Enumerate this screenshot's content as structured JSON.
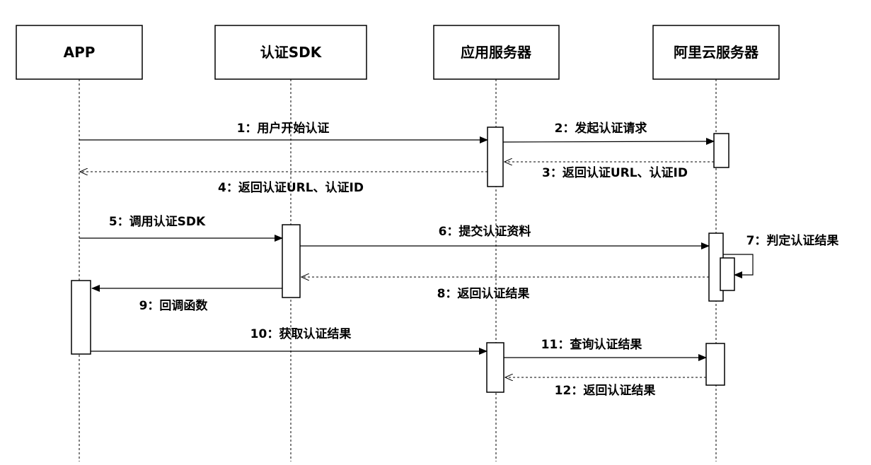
{
  "participants": [
    {
      "id": "app",
      "label": "APP"
    },
    {
      "id": "sdk",
      "label": "认证SDK"
    },
    {
      "id": "appserver",
      "label": "应用服务器"
    },
    {
      "id": "aliyun",
      "label": "阿里云服务器"
    }
  ],
  "messages": [
    {
      "id": "m1",
      "label": "1：用户开始认证",
      "from": "app",
      "to": "appserver",
      "style": "sync"
    },
    {
      "id": "m2",
      "label": "2：发起认证请求",
      "from": "appserver",
      "to": "aliyun",
      "style": "sync"
    },
    {
      "id": "m3",
      "label": "3：返回认证URL、认证ID",
      "from": "aliyun",
      "to": "appserver",
      "style": "return"
    },
    {
      "id": "m4",
      "label": "4：返回认证URL、认证ID",
      "from": "appserver",
      "to": "app",
      "style": "return"
    },
    {
      "id": "m5",
      "label": "5：调用认证SDK",
      "from": "app",
      "to": "sdk",
      "style": "sync"
    },
    {
      "id": "m6",
      "label": "6：提交认证资料",
      "from": "sdk",
      "to": "aliyun",
      "style": "sync"
    },
    {
      "id": "m7",
      "label": "7：判定认证结果",
      "from": "aliyun",
      "to": "aliyun",
      "style": "self"
    },
    {
      "id": "m8",
      "label": "8：返回认证结果",
      "from": "aliyun",
      "to": "sdk",
      "style": "return"
    },
    {
      "id": "m9",
      "label": "9：回调函数",
      "from": "sdk",
      "to": "app",
      "style": "sync"
    },
    {
      "id": "m10",
      "label": "10：获取认证结果",
      "from": "app",
      "to": "appserver",
      "style": "sync"
    },
    {
      "id": "m11",
      "label": "11：查询认证结果",
      "from": "appserver",
      "to": "aliyun",
      "style": "sync"
    },
    {
      "id": "m12",
      "label": "12：返回认证结果",
      "from": "aliyun",
      "to": "appserver",
      "style": "return"
    }
  ]
}
